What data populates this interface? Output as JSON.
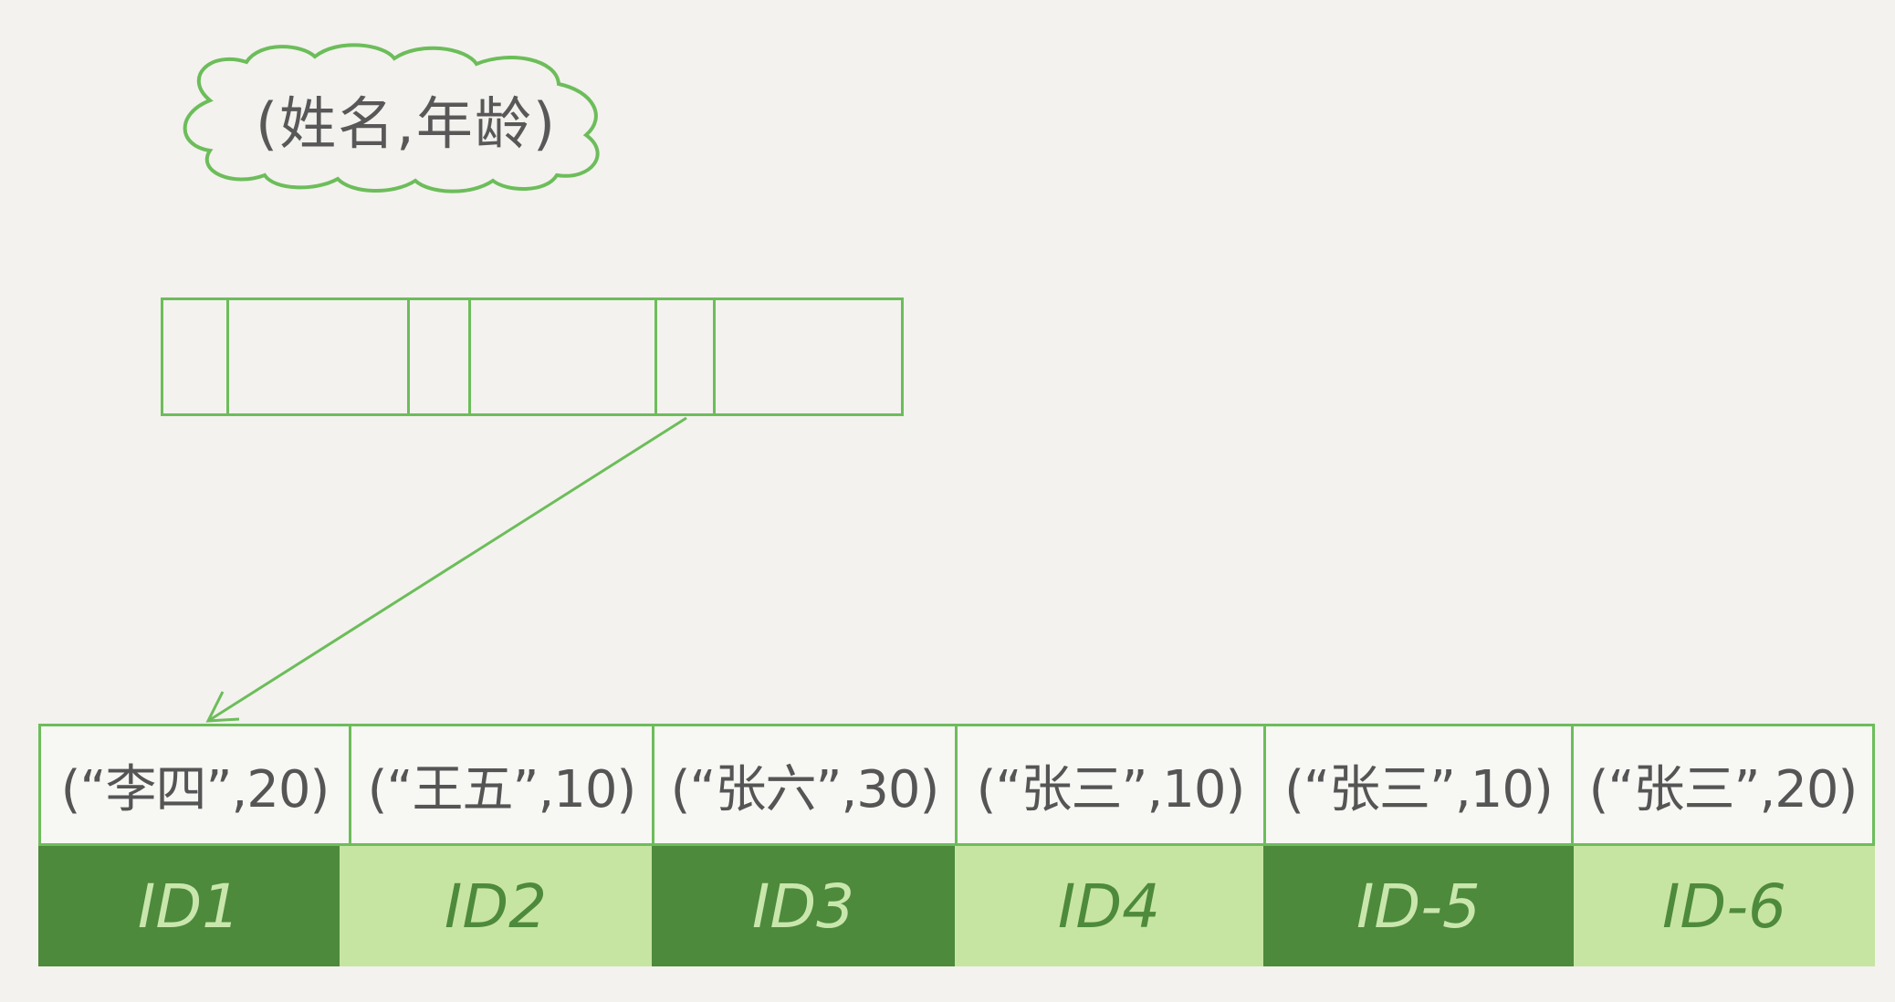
{
  "index_label": "(姓名,年龄)",
  "index_page_cells": 6,
  "leaf_entries": [
    "(“李四”,20)",
    "(“王五”,10)",
    "(“张六”,30)",
    "(“张三”,10)",
    "(“张三”,10)",
    "(“张三”,20)"
  ],
  "ids": [
    "ID1",
    "ID2",
    "ID3",
    "ID4",
    "ID-5",
    "ID-6"
  ],
  "colors": {
    "stroke_green": "#6cbd5a",
    "id_dark": "#4d8a3b",
    "id_light": "#c7e5a2",
    "background": "#f3f2ee"
  }
}
